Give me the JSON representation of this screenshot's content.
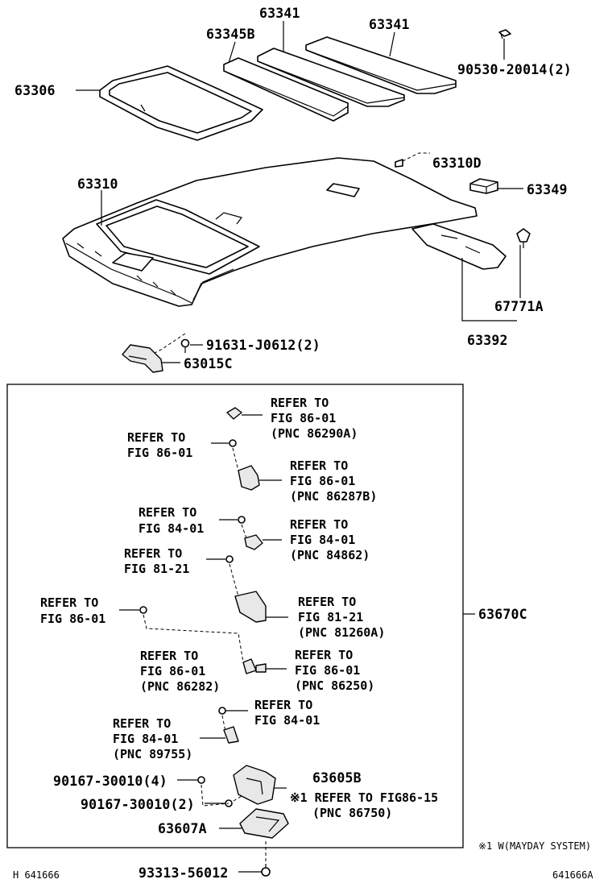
{
  "parts": {
    "p63341a": "63341",
    "p63341b": "63341",
    "p63345b": "63345B",
    "p90530": "90530-20014(2)",
    "p63306": "63306",
    "p63310d": "63310D",
    "p63310": "63310",
    "p63349": "63349",
    "p67771a": "67771A",
    "p63392": "63392",
    "p91631": "91631-J0612(2)",
    "p63015c": "63015C",
    "p63670c": "63670C",
    "p63605b": "63605B",
    "p90167a": "90167-30010(4)",
    "p90167b": "90167-30010(2)",
    "p63607a": "63607A",
    "p93313": "93313-56012"
  },
  "refs": {
    "r1": [
      "REFER TO",
      "FIG 86-01",
      "(PNC 86290A)"
    ],
    "r2": [
      "REFER TO",
      "FIG 86-01"
    ],
    "r3": [
      "REFER TO",
      "FIG 86-01",
      "(PNC 86287B)"
    ],
    "r4": [
      "REFER TO",
      "FIG 84-01"
    ],
    "r5": [
      "REFER TO",
      "FIG 84-01",
      "(PNC 84862)"
    ],
    "r6": [
      "REFER TO",
      "FIG 81-21"
    ],
    "r7": [
      "REFER TO",
      "FIG 86-01"
    ],
    "r8": [
      "REFER TO",
      "FIG 81-21",
      "(PNC 81260A)"
    ],
    "r9": [
      "REFER TO",
      "FIG 86-01",
      "(PNC 86282)"
    ],
    "r10": [
      "REFER TO",
      "FIG 86-01",
      "(PNC 86250)"
    ],
    "r11": [
      "REFER TO",
      "FIG 84-01"
    ],
    "r12": [
      "REFER TO",
      "FIG 84-01",
      "(PNC 89755)"
    ],
    "r13": [
      "※1 REFER TO FIG86-15",
      "(PNC 86750)"
    ]
  },
  "notes": {
    "mayday": "※1 W(MAYDAY SYSTEM)",
    "left_code": "H 641666",
    "right_code": "641666A"
  }
}
